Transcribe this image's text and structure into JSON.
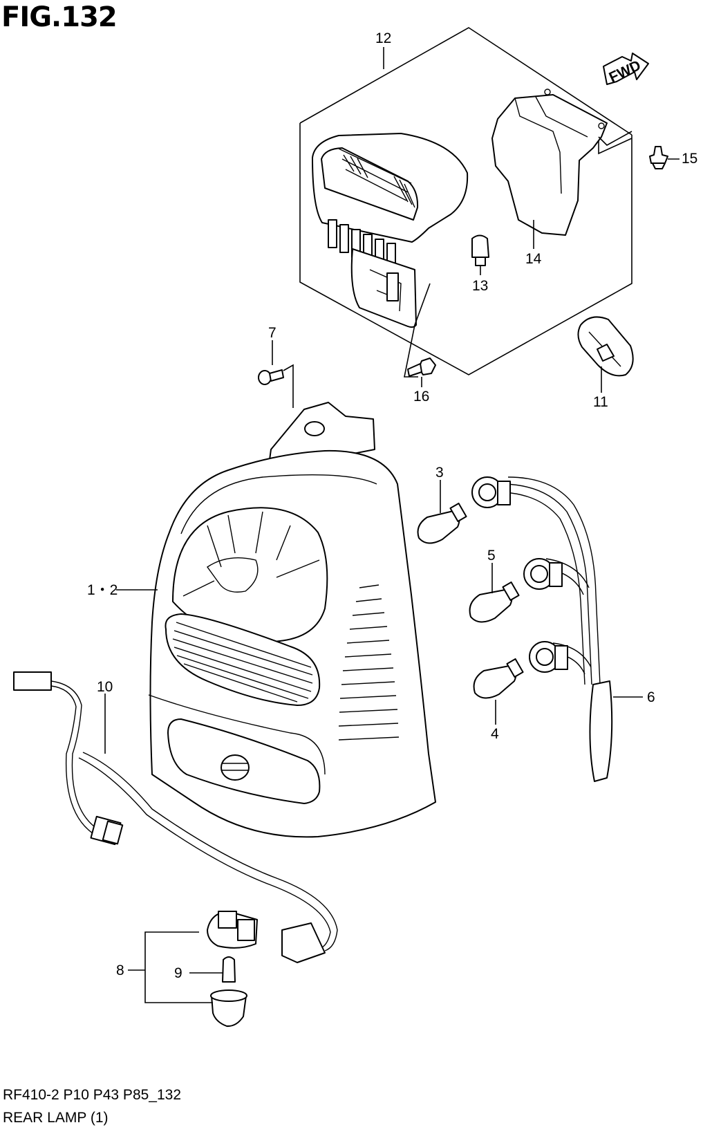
{
  "figure": {
    "title": "FIG.132"
  },
  "footer": {
    "code": "RF410-2 P10 P43 P85_132",
    "caption": "REAR LAMP (1)"
  },
  "fwd_tag": "FWD",
  "callouts": {
    "c12": "12",
    "c15": "15",
    "c14": "14",
    "c13": "13",
    "c7": "7",
    "c16": "16",
    "c11": "11",
    "c3": "3",
    "c5": "5",
    "c1_2": "1・2",
    "c10": "10",
    "c6": "6",
    "c4": "4",
    "c8": "8",
    "c9": "9"
  }
}
